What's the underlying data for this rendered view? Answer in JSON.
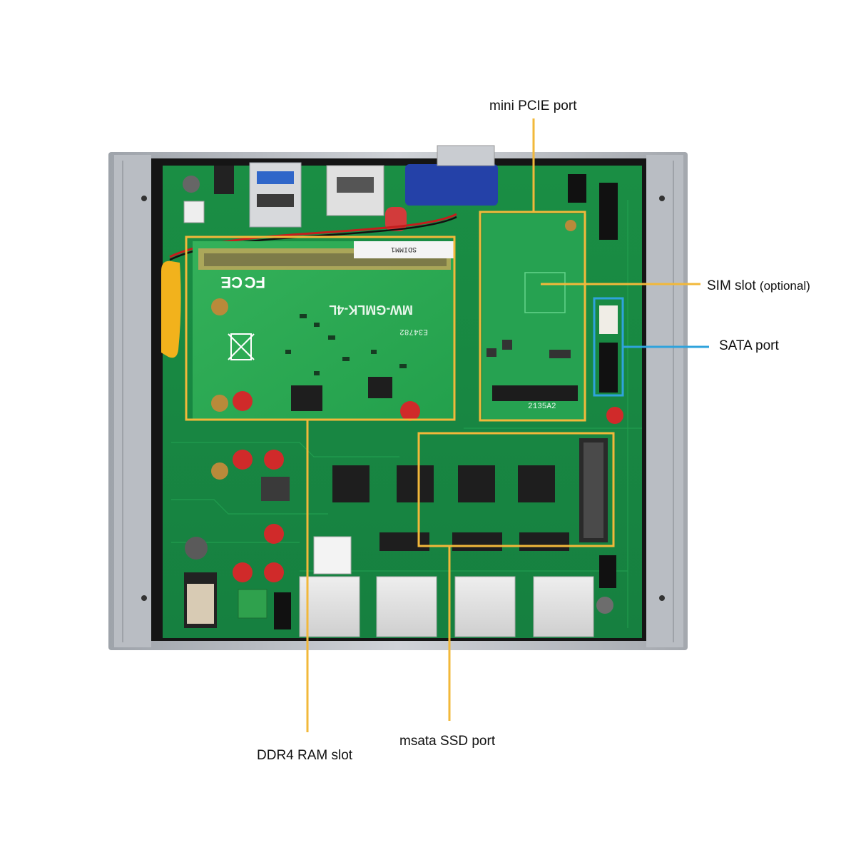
{
  "labels": {
    "mini_pcie": "mini PCIE port",
    "sim_slot": "SIM slot",
    "sim_slot_note": "(optional)",
    "sata": "SATA port",
    "ddr4": "DDR4 RAM slot",
    "msata": "msata SSD port"
  },
  "board": {
    "ram_module_model": "MW-GMLK-4L",
    "ram_module_part": "E34782",
    "msata_chip_mark": "2135A2"
  },
  "colors": {
    "callout_yellow": "#f2b83a",
    "callout_blue": "#2fa3dc",
    "pcb_green": "#1f9a4a",
    "chassis_gray": "#b8bcc2"
  },
  "icons": [
    "ce-mark-icon",
    "fcc-mark-icon",
    "weee-bin-icon"
  ]
}
